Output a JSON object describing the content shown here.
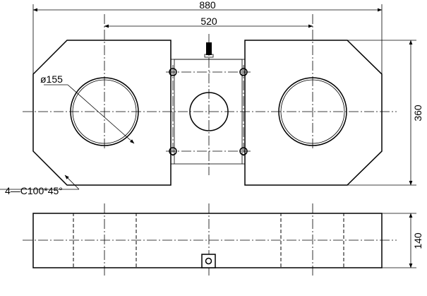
{
  "dimensions": {
    "overall_length": "880",
    "hole_spacing": "520",
    "height_top": "360",
    "height_side": "140",
    "hole_diameter": "ø155",
    "chamfer_note": "4—C100*45°"
  }
}
